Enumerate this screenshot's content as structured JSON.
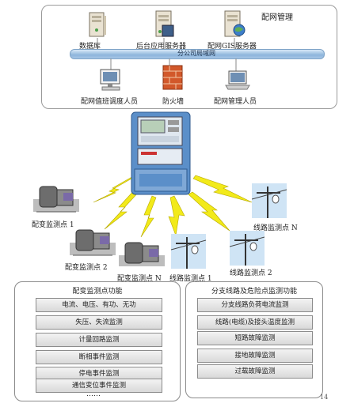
{
  "top": {
    "title": "配网管理",
    "bus_label": "分公司局域网",
    "nodes": {
      "database": "数据库",
      "app_server": "后台应用服务器",
      "gis_server": "配网GIS服务器",
      "dispatch_staff": "配网值班调度人员",
      "firewall": "防火墙",
      "mgmt_staff": "配网管理人员"
    }
  },
  "stations": {
    "transformer_1": "配变监测点 1",
    "transformer_2": "配变监测点 2",
    "transformer_n": "配变监测点 N",
    "line_1": "线路监测点 1",
    "line_2": "线路监测点 2",
    "line_n": "线路监测点 N"
  },
  "left_panel": {
    "title": "配变监测点功能",
    "items": [
      "电流、电压、有功、无功",
      "失压、失流监测",
      "计量回路监测",
      "断相事件监测",
      "停电事件监测",
      "通信变位事件监测"
    ],
    "ellipsis": "……"
  },
  "right_panel": {
    "title": "分支线路及危险点监测功能",
    "items": [
      "分支线路负荷电流监测",
      "线路(电缆)及接头温度监测",
      "短路故障监测",
      "接地故障监测",
      "过载故障监测"
    ]
  },
  "footer": {
    "page_mark": "14"
  },
  "colors": {
    "bus": "#8db5dc",
    "bolt": "#f2ea1a",
    "terminal": "#5b8fc9"
  }
}
